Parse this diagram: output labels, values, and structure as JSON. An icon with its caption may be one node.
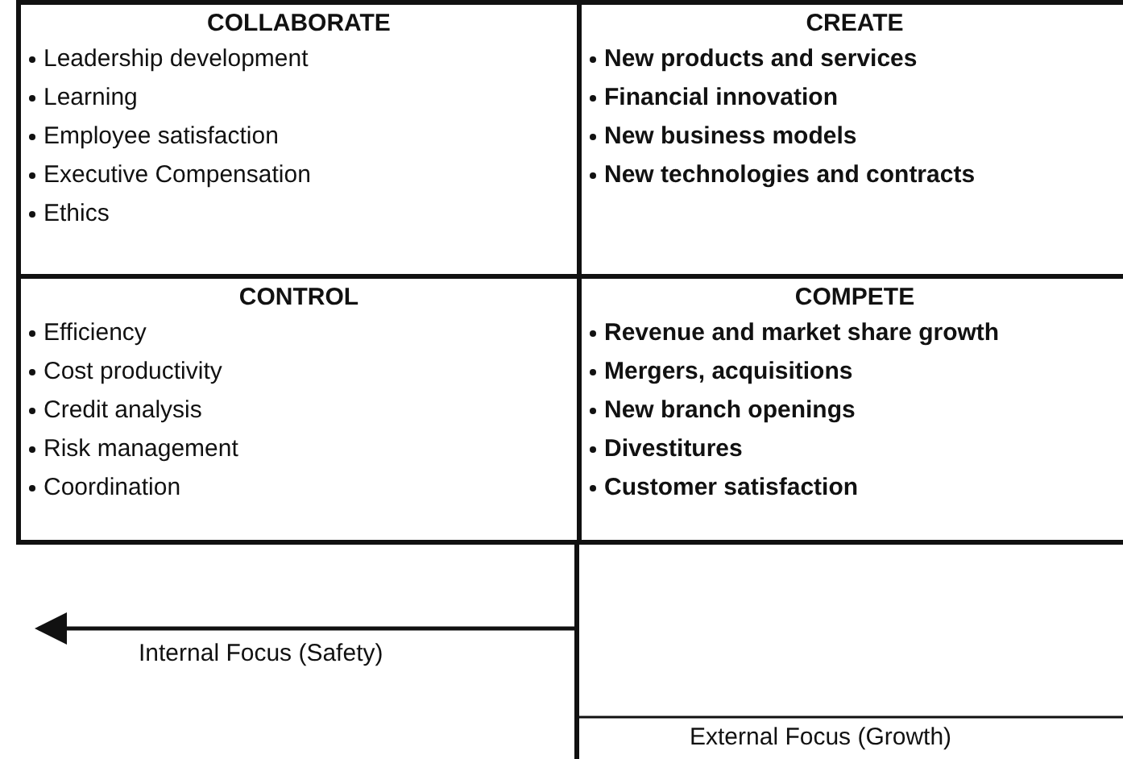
{
  "diagram": {
    "nodes": [
      {
        "text": [
          "COLLABORATE",
          "Leadership development",
          "Learning",
          "Employee satisfaction",
          "Executive Compensation",
          "Ethics"
        ]
      },
      {
        "text": [
          "CREATE",
          "New products and services",
          "Financial innovation",
          "New business models",
          "New technologies and contracts"
        ]
      },
      {
        "text": [
          "CONTROL",
          "Efficiency",
          "Cost productivity",
          "Credit analysis",
          "Risk management",
          "Coordination"
        ]
      },
      {
        "text": [
          "COMPETE",
          "Revenue and market share growth",
          "Mergers, acquisitions",
          "New branch openings",
          "Divestitures",
          "Customer satisfaction"
        ]
      }
    ],
    "edges": [],
    "labels": [
      "Internal Focus (Safety)",
      "External Focus (Growth)"
    ]
  }
}
